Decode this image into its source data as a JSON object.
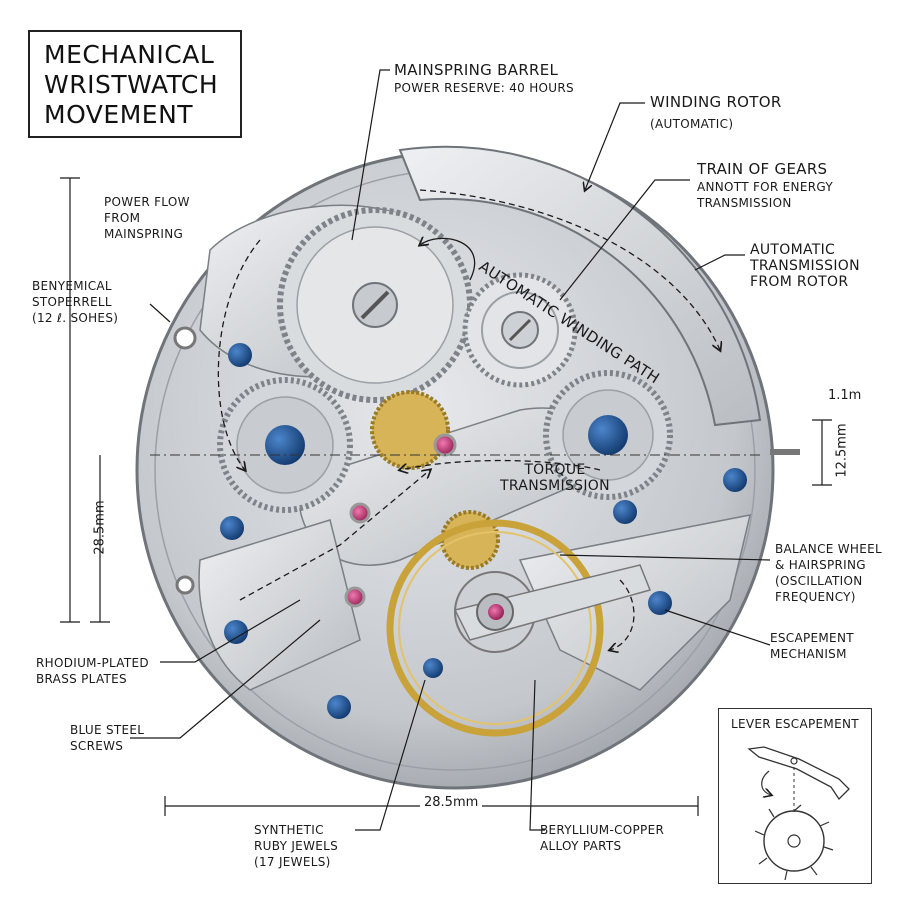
{
  "title": {
    "line1": "MECHANICAL",
    "line2": "WRISTWATCH",
    "line3": "MOVEMENT"
  },
  "labels": {
    "mainspring_barrel": {
      "title": "MAINSPRING BARREL",
      "sub": "POWER RESERVE: 40 HOURS"
    },
    "winding_rotor": {
      "title": "WINDING ROTOR",
      "sub": "(AUTOMATIC)"
    },
    "train_of_gears": {
      "title": "TRAIN OF GEARS",
      "sub1": "ANNOTT FOR ENERGY",
      "sub2": "TRANSMISSION"
    },
    "auto_transmission": {
      "line1": "AUTOMATIC",
      "line2": "TRANSMISSION",
      "line3": "FROM ROTOR"
    },
    "power_flow": {
      "line1": "POWER FLOW",
      "line2": "FROM",
      "line3": "MAINSPRING"
    },
    "stoperrell": {
      "line1": "BENYEMICAL",
      "line2": "STOPERRELL",
      "line3": "(12 ℓ. SOHES)"
    },
    "balance_wheel": {
      "line1": "BALANCE WHEEL",
      "line2": "& HAIRSPRING",
      "line3": "(OSCILLATION",
      "line4": "FREQUENCY)"
    },
    "escapement": {
      "line1": "ESCAPEMENT",
      "line2": "MECHANISM"
    },
    "rhodium": {
      "line1": "RHODIUM-PLATED",
      "line2": "BRASS PLATES"
    },
    "blue_screws": {
      "line1": "BLUE STEEL",
      "line2": "SCREWS"
    },
    "ruby_jewels": {
      "line1": "SYNTHETIC",
      "line2": "RUBY JEWELS",
      "line3": "(17 JEWELS)"
    },
    "beryllium": {
      "line1": "BERYLLIUM-COPPER",
      "line2": "ALLOY PARTS"
    },
    "torque": {
      "line1": "TORQUE",
      "line2": "TRANSMISSION"
    },
    "winding_path": "AUTOMATIC WINDING PATH"
  },
  "dimensions": {
    "left_height": "28.5mm",
    "bottom_width": "28.5mm",
    "right_small": "1.1m",
    "right_height": "12.5mm"
  },
  "inset": {
    "caption": "LEVER ESCAPEMENT"
  },
  "colors": {
    "plate": "#c9ccd0",
    "plate_dark": "#8d9197",
    "blue_screw": "#1f4e8f",
    "ruby": "#c0256b",
    "gold": "#c9a23a",
    "line": "#1a1a1a"
  }
}
